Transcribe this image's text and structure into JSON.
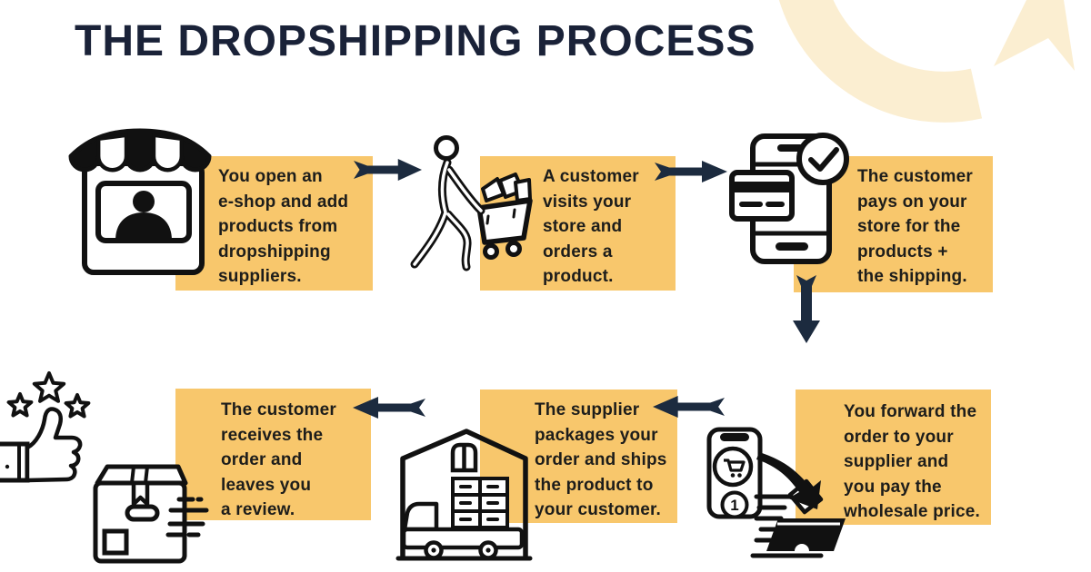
{
  "title": {
    "text": "THE DROPSHIPPING PROCESS"
  },
  "colors": {
    "title": "#1A2238",
    "box_bg": "#F8C76C",
    "arrow": "#1C2B3F",
    "body_text": "#1D1D1B",
    "decor": "#FBEED1",
    "icon": "#111111",
    "background": "#FFFFFF"
  },
  "icons": {
    "order_badge": "1"
  },
  "steps": [
    {
      "icon": "storefront-icon",
      "text": "You open an\ne-shop and add\nproducts from\ndropshipping\nsuppliers."
    },
    {
      "icon": "customer-cart-icon",
      "text": "A customer\nvisits your\nstore and\norders a\nproduct."
    },
    {
      "icon": "phone-payment-icon",
      "text": "The customer\npays on your\nstore for the\nproducts +\nthe shipping."
    },
    {
      "icon": "forward-order-icon",
      "text": "You forward the\norder to your\nsupplier and\nyou pay the\nwholesale price."
    },
    {
      "icon": "warehouse-truck-icon",
      "text": "The supplier\npackages your\norder and ships\nthe product to\nyour customer."
    },
    {
      "icon": "review-package-icon",
      "text": "The customer\nreceives the\norder and\nleaves you\na review."
    }
  ]
}
